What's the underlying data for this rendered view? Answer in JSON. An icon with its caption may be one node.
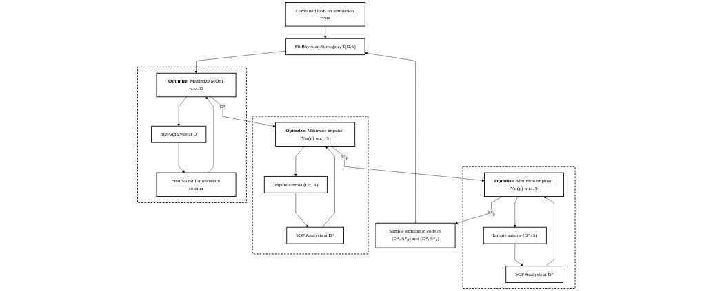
{
  "diagram": {
    "nodes": [
      {
        "text": [
          "Combined DoE on simulation code"
        ]
      },
      {
        "text": [
          "Fit Bayesian Surrogate, T(D,S)"
        ]
      },
      {
        "text": [],
        "shape": "box"
      },
      {
        "text": [
          "**Optimize**: Maximize MOSI w.r.t. D"
        ],
        "in": 2
      },
      {
        "text": [
          "SOP Analysis at D"
        ],
        "in": 2
      },
      {
        "text": [
          "Find MOSI for uncertain frontier"
        ],
        "in": 2
      },
      {
        "text": [],
        "shape": "box"
      },
      {
        "text": [
          "**Optimize**: Minimize imputed Var(μ) w.r.t  S"
        ],
        "in": 6
      },
      {
        "text": [
          "Impute sample (D*, S)"
        ],
        "in": 6
      },
      {
        "text": [
          "SOP Analysis at D*"
        ],
        "in": 6
      },
      {
        "text": [],
        "shape": "box"
      },
      {
        "text": [
          "**Optimize**: Minimize imputed Var(ρ) w.r.t. S"
        ],
        "in": 10
      },
      {
        "text": [
          "Impute sample (D*, S)"
        ],
        "in": 10
      },
      {
        "text": [
          "SOP Analysis at D*"
        ],
        "in": 10
      },
      {
        "text": [
          "Sample simulation code at (D*, S*$_{μ}$) and (D*, S*$_{ρ}$)"
        ]
      }
    ],
    "edges": [
      {
        "from": 0,
        "to": 1,
        "arrow": "to"
      },
      {
        "from": 1,
        "to": 3,
        "arrow": "to"
      },
      {
        "from": 3,
        "to": 4,
        "arrow": "to"
      },
      {
        "from": 4,
        "to": 5,
        "arrow": "to"
      },
      {
        "from": 5,
        "to": 3,
        "arrow": "to"
      },
      {
        "from": 3,
        "to": 7,
        "arrow": "to",
        "label": "D*"
      },
      {
        "from": 7,
        "to": 8,
        "arrow": "to"
      },
      {
        "from": 8,
        "to": 9,
        "arrow": "to"
      },
      {
        "from": 9,
        "to": 7,
        "arrow": "to"
      },
      {
        "from": 7,
        "to": 11,
        "arrow": "to",
        "label": "S*$_{μ}$"
      },
      {
        "from": 11,
        "to": 12,
        "arrow": "to"
      },
      {
        "from": 12,
        "to": 13,
        "arrow": "to"
      },
      {
        "from": 13,
        "to": 11,
        "arrow": "to"
      },
      {
        "from": 11,
        "to": 14,
        "arrow": "to",
        "label": "S*$_{ρ}$"
      },
      {
        "from": 14,
        "to": 1,
        "arrow": "to"
      }
    ]
  }
}
